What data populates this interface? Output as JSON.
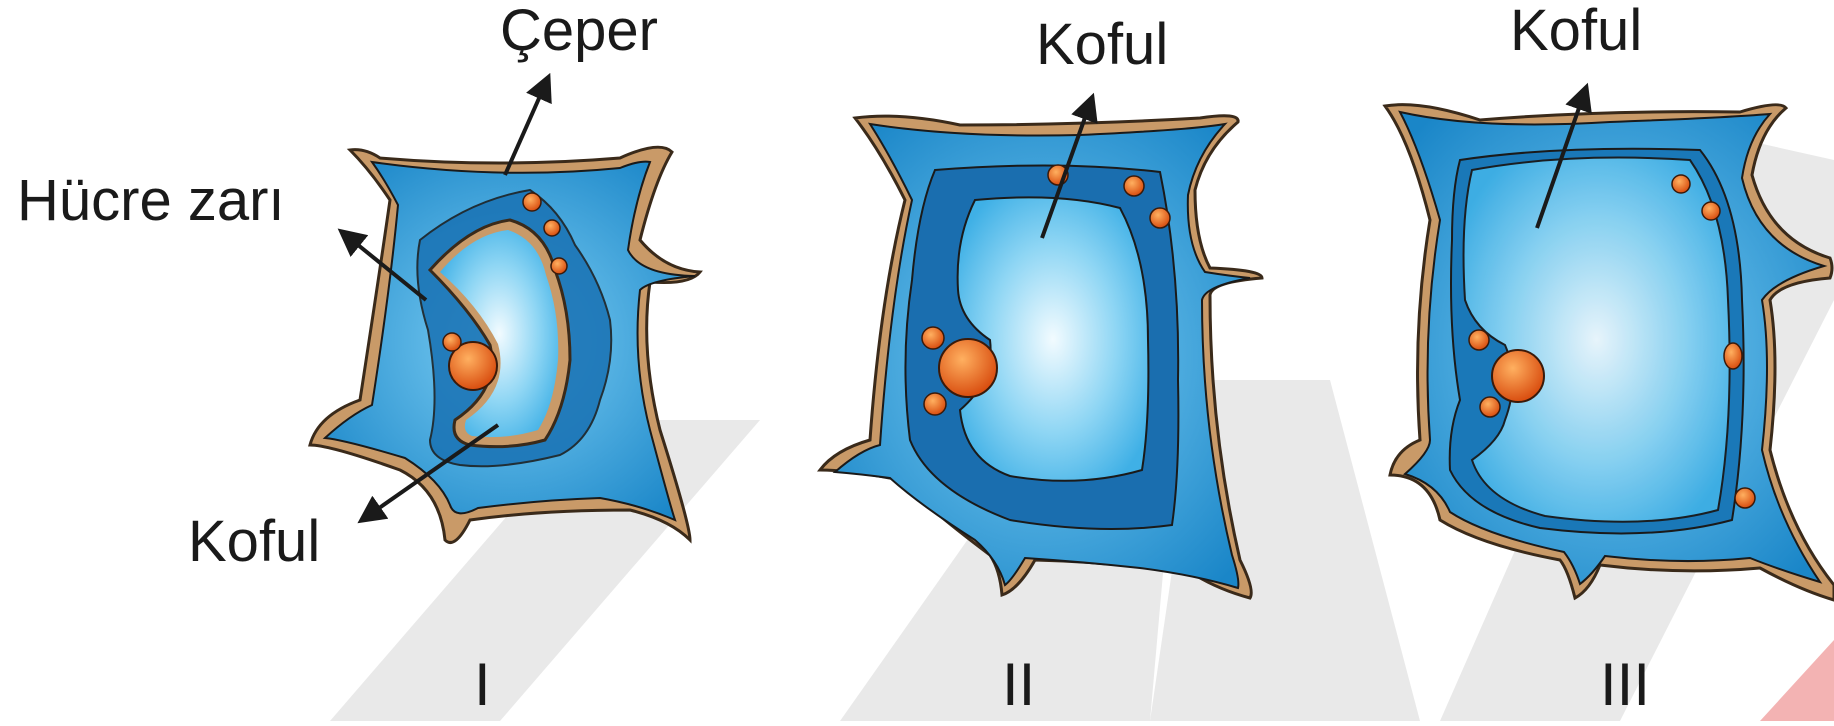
{
  "labels": {
    "ceper": "Çeper",
    "hucre_zari": "Hücre zarı",
    "koful_1": "Koful",
    "koful_2": "Koful",
    "koful_3": "Koful"
  },
  "panels": [
    "I",
    "II",
    "III"
  ],
  "colors": {
    "cell_wall": "#c99a68",
    "cytoplasm": "#1e8fcf",
    "vacuole": "#8fd6f4",
    "nucleus": "#e8641e",
    "watermark": "#e6e6e6"
  }
}
